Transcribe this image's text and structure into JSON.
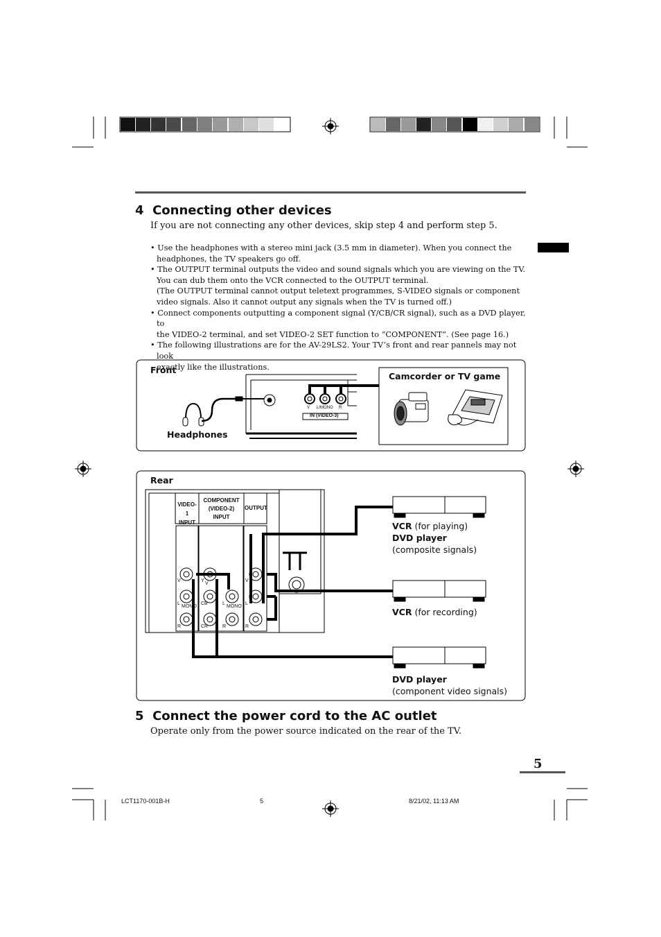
{
  "section4": {
    "number": "4",
    "title": "Connecting other devices",
    "intro": "If you are not connecting any other devices, skip step 4 and perform step 5.",
    "bullets": [
      "• Use the headphones with a stereo mini jack (3.5 mm in diameter). When you connect the",
      "headphones, the TV speakers go off.",
      "• The OUTPUT terminal outputs the video and sound signals which you are viewing on the TV.",
      "You can dub them onto the VCR connected to the OUTPUT terminal.",
      "(The OUTPUT terminal cannot output teletext programmes, S-VIDEO signals or component",
      "video signals. Also it cannot output any signals when the TV is turned off.)",
      "• Connect components outputting a component signal (Y/CB/CR signal), such as a DVD player, to",
      "the VIDEO-2 terminal, and set VIDEO-2 SET function to “COMPONENT”. (See page 16.)",
      "• The following illustrations are for the AV-29LS2. Your TV’s front and rear pannels may not look",
      "exactly like the illustrations."
    ]
  },
  "front": {
    "label": "Front",
    "headphones": "Headphones",
    "camcorder": "Camcorder or TV game",
    "jack_v": "V",
    "jack_lmono": "L/MONO",
    "jack_r": "R",
    "in_label": "IN (VIDEO-3)"
  },
  "rear": {
    "label": "Rear",
    "video1": "VIDEO-1",
    "video1_sub": "INPUT",
    "component": "COMPONENT",
    "component_sub1": "(VIDEO-2)",
    "component_sub2": "INPUT",
    "output": "OUTPUT",
    "jack_v": "V",
    "jack_l": "L",
    "jack_mono": "MONO",
    "jack_r": "R",
    "jack_y": "Y",
    "jack_cb": "CB",
    "jack_cr": "CR"
  },
  "devices": {
    "vcr1_bold": "VCR",
    "vcr1_text": " (for playing)",
    "dvd1_bold": "DVD player",
    "dvd1_text": "(composite signals)",
    "vcr2_bold": "VCR",
    "vcr2_text": " (for recording)",
    "dvd2_bold": "DVD player",
    "dvd2_text": "(component video signals)"
  },
  "section5": {
    "number": "5",
    "title": "Connect the power cord to the AC outlet",
    "text": "Operate only from the power source indicated on the rear of the TV."
  },
  "page_number": "5",
  "footer": {
    "code": "LCT1170-001B-H",
    "page": "5",
    "date": "8/21/02, 11:13 AM"
  }
}
